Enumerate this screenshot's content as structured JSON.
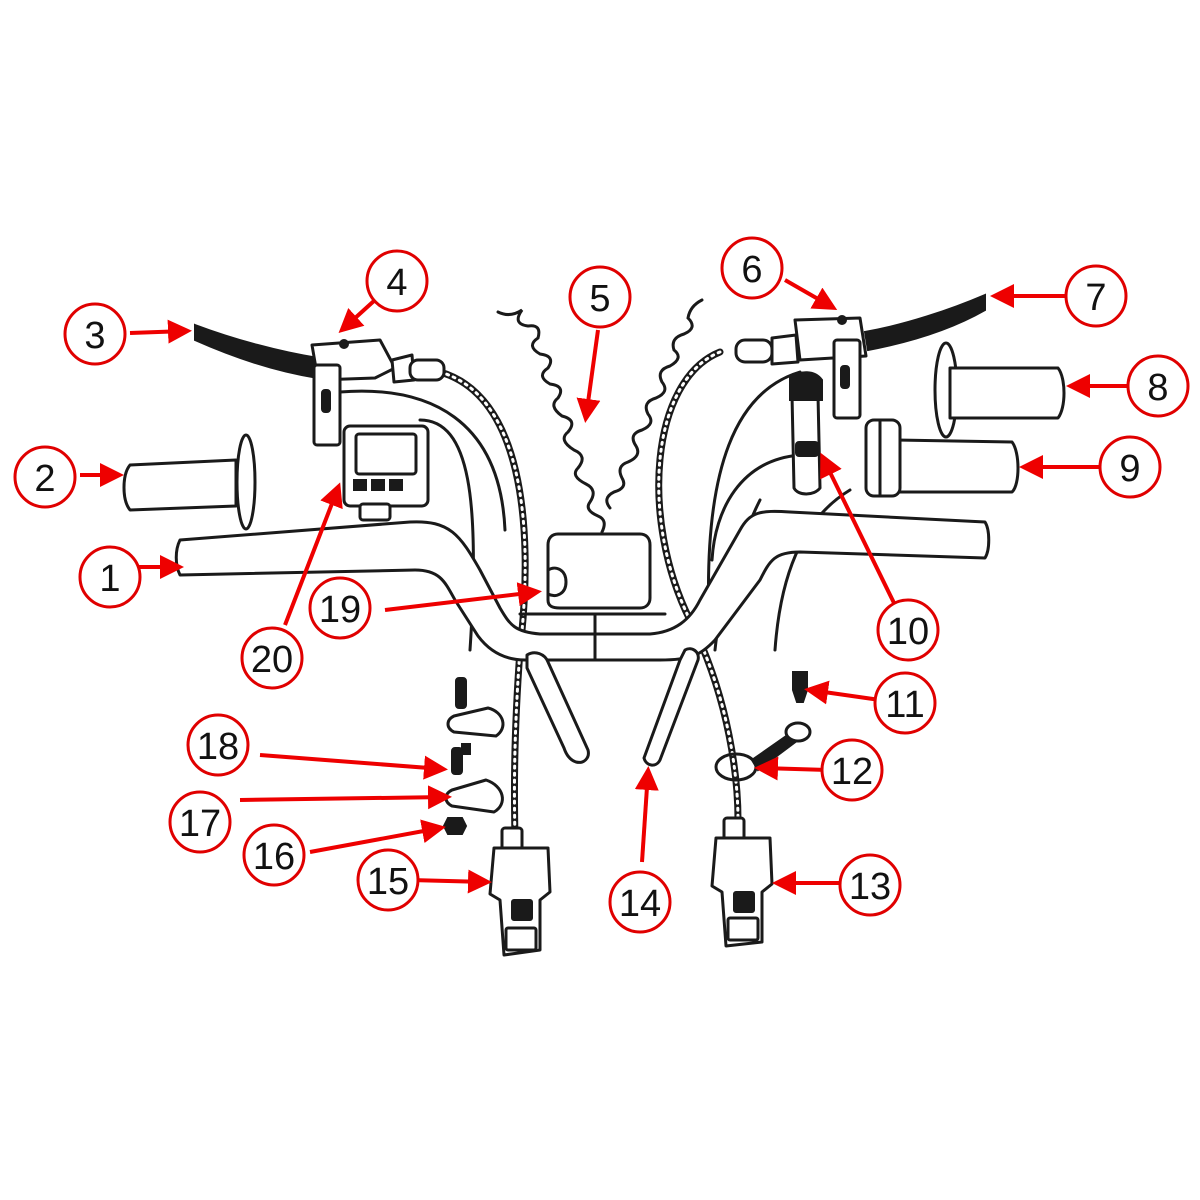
{
  "callouts": [
    {
      "id": 1,
      "label": "1"
    },
    {
      "id": 2,
      "label": "2"
    },
    {
      "id": 3,
      "label": "3"
    },
    {
      "id": 4,
      "label": "4"
    },
    {
      "id": 5,
      "label": "5"
    },
    {
      "id": 6,
      "label": "6"
    },
    {
      "id": 7,
      "label": "7"
    },
    {
      "id": 8,
      "label": "8"
    },
    {
      "id": 9,
      "label": "9"
    },
    {
      "id": 10,
      "label": "10"
    },
    {
      "id": 11,
      "label": "11"
    },
    {
      "id": 12,
      "label": "12"
    },
    {
      "id": 13,
      "label": "13"
    },
    {
      "id": 14,
      "label": "14"
    },
    {
      "id": 15,
      "label": "15"
    },
    {
      "id": 16,
      "label": "16"
    },
    {
      "id": 17,
      "label": "17"
    },
    {
      "id": 18,
      "label": "18"
    },
    {
      "id": 19,
      "label": "19"
    },
    {
      "id": 20,
      "label": "20"
    }
  ],
  "colors": {
    "callout_ring": "#e00000",
    "leader_arrow": "#ee0000",
    "line_art": "#1a1a1a",
    "background": "#ffffff"
  }
}
